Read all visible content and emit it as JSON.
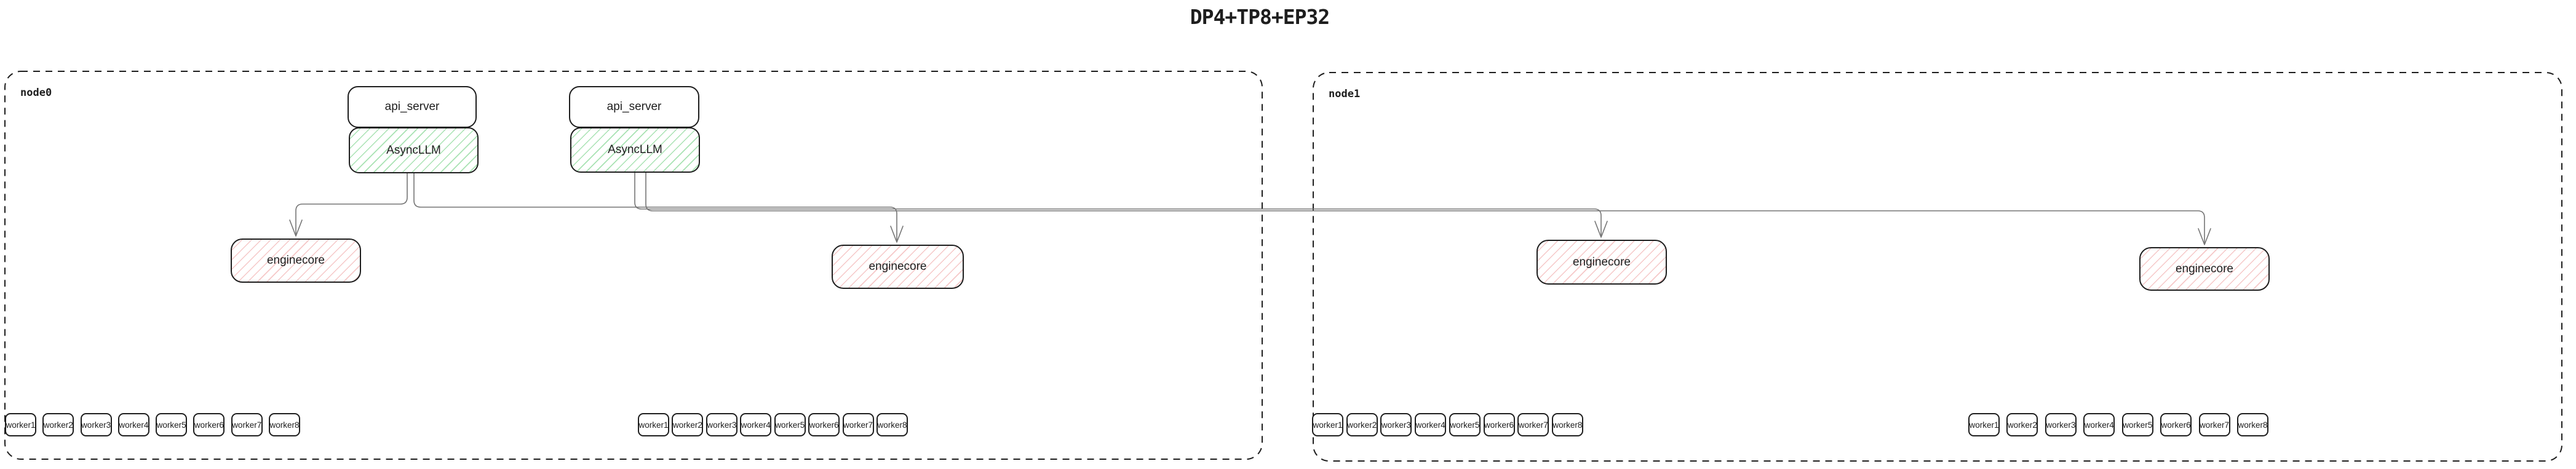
{
  "title": "DP4+TP8+EP32",
  "colors": {
    "stroke": "#1e1e1e",
    "connector": "#757575",
    "green_hatch_base": "#40c057",
    "red_hatch_base": "#e03131"
  },
  "nodes": [
    {
      "label": "node0",
      "pairs": [
        {
          "api_server": "api_server",
          "async_llm": "AsyncLLM"
        },
        {
          "api_server": "api_server",
          "async_llm": "AsyncLLM"
        }
      ],
      "enginecores": [
        "enginecore",
        "enginecore"
      ],
      "worker_groups": [
        [
          "worker1",
          "worker2",
          "worker3",
          "worker4",
          "worker5",
          "worker6",
          "worker7",
          "worker8"
        ],
        [
          "worker1",
          "worker2",
          "worker3",
          "worker4",
          "worker5",
          "worker6",
          "worker7",
          "worker8"
        ]
      ]
    },
    {
      "label": "node1",
      "enginecores": [
        "enginecore",
        "enginecore"
      ],
      "worker_groups": [
        [
          "worker1",
          "worker2",
          "worker3",
          "worker4",
          "worker5",
          "worker6",
          "worker7",
          "worker8"
        ],
        [
          "worker1",
          "worker2",
          "worker3",
          "worker4",
          "worker5",
          "worker6",
          "worker7",
          "worker8"
        ]
      ]
    }
  ]
}
